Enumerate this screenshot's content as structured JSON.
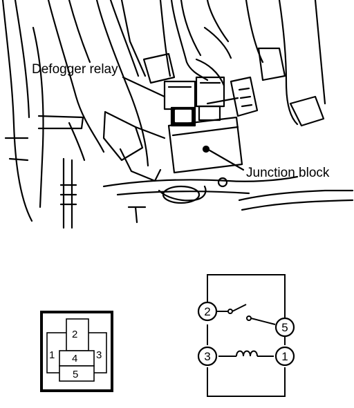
{
  "labels": {
    "defogger_relay": "Defogger relay",
    "junction_block": "Junction block"
  },
  "connector_pins": [
    "2",
    "1",
    "4",
    "3",
    "5"
  ],
  "schematic_terminals": [
    "2",
    "5",
    "3",
    "1"
  ]
}
